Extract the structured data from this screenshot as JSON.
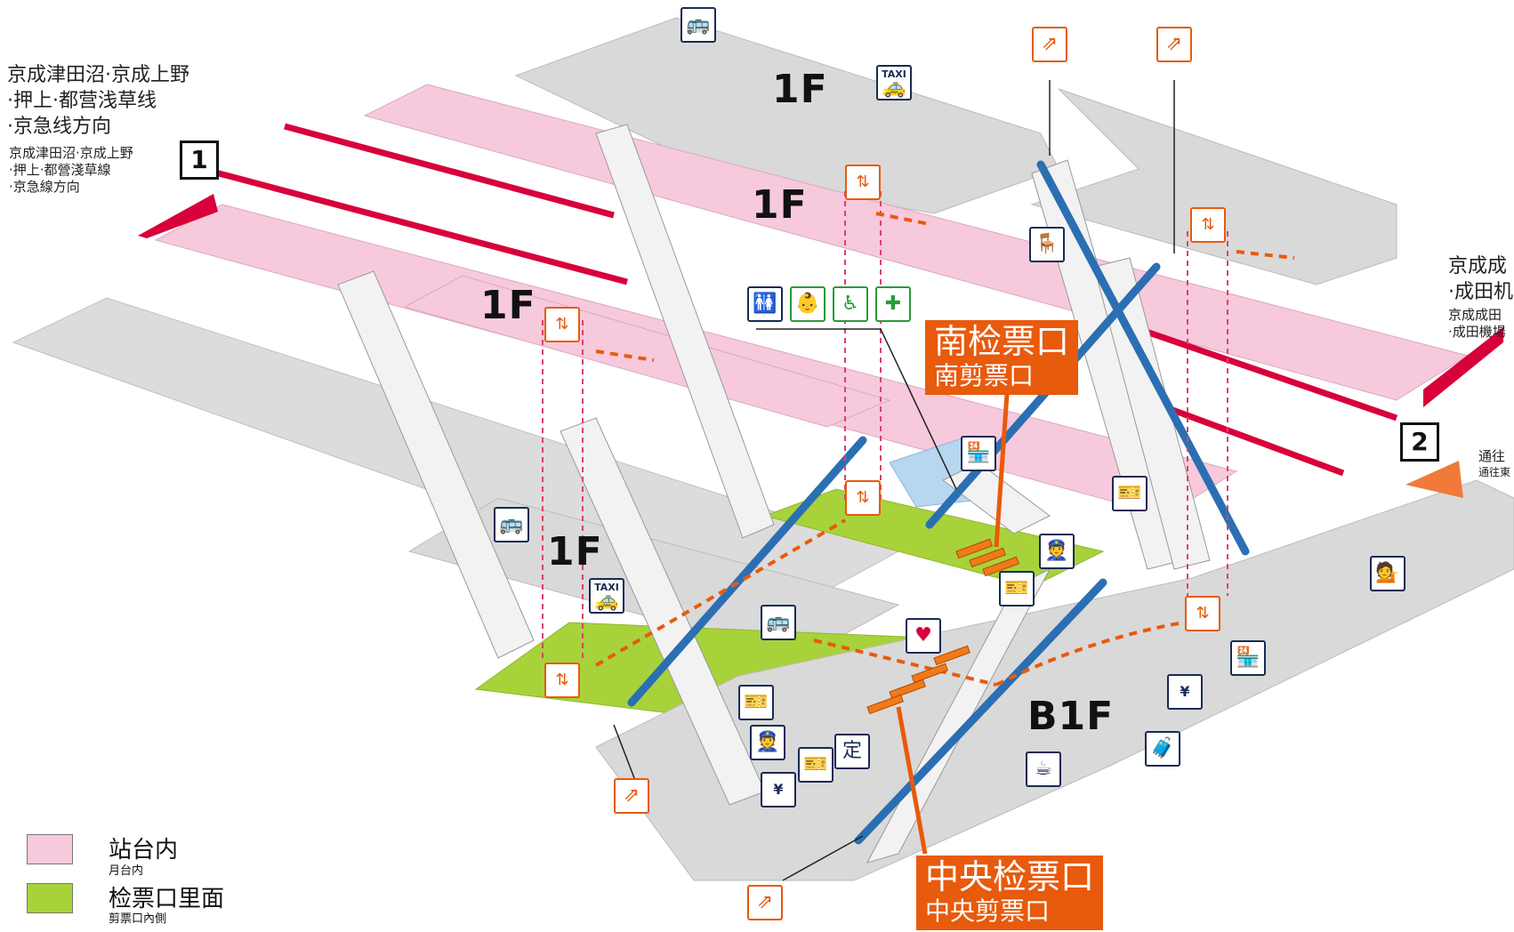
{
  "directions": {
    "left_main": "京成津田沼·京成上野\n·押上·都营浅草线\n·京急线方向",
    "left_sub": "京成津田沼·京成上野\n·押上·都營淺草線\n·京急線方向",
    "right_main": "京成成\n·成田机",
    "right_sub": "京成成田\n·成田機場",
    "tsuka_main": "通往",
    "tsuka_sub": "通往東"
  },
  "tracks": {
    "track_1": "1",
    "track_2": "2"
  },
  "floors": {
    "f1_a": "1F",
    "f1_b": "1F",
    "f1_c": "1F",
    "f1_d": "1F",
    "b1f": "B1F"
  },
  "gates": {
    "south_main": "南检票口",
    "south_sub": "南剪票口",
    "central_main": "中央检票口",
    "central_sub": "中央剪票口"
  },
  "legend": {
    "platform_main": "站台内",
    "platform_sub": "月台内",
    "gate_inside_main": "检票口里面",
    "gate_inside_sub": "剪票口內側",
    "platform_color": "#f7c9dc",
    "gate_inside_color": "#a8d23a"
  },
  "icons": {
    "taxi_label": "TAXI",
    "yen": "¥",
    "commuter_pass": "定"
  },
  "colors": {
    "platform_pink": "#f7c9dc",
    "concourse_gray": "#d9d9d9",
    "gate_green": "#a8d23a",
    "accent_orange": "#e85a0c",
    "rail_red": "#d8003a",
    "escalator_blue": "#2b6fb3"
  }
}
